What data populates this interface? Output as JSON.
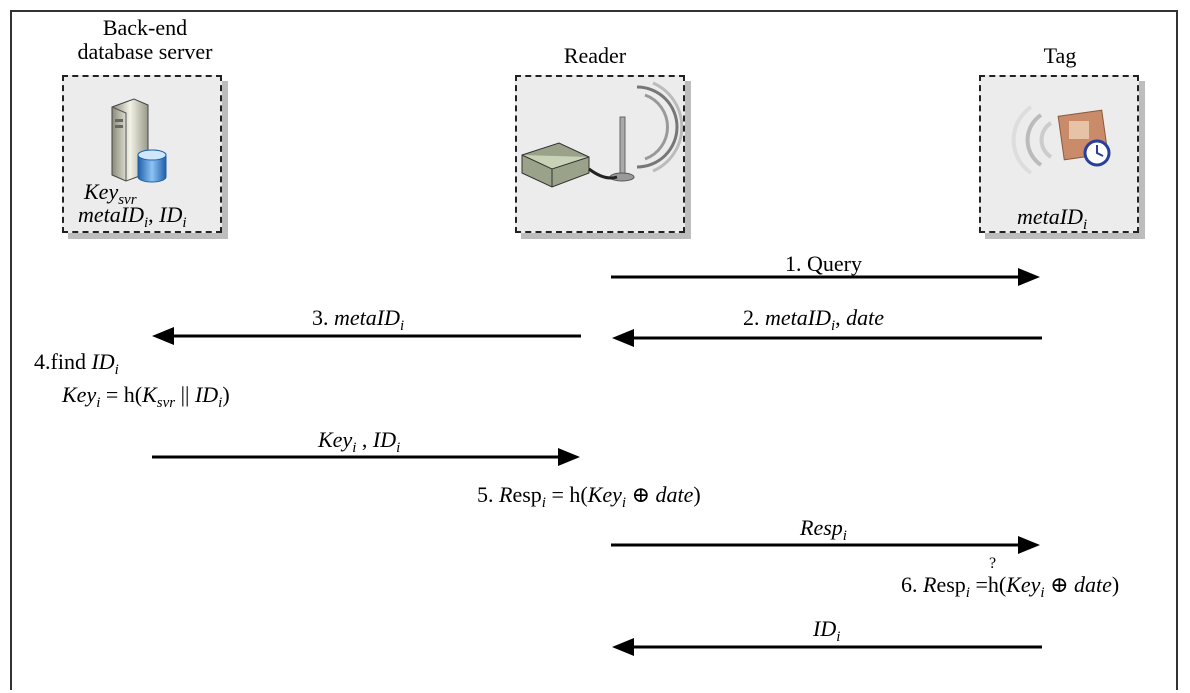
{
  "entities": {
    "server": {
      "title_line1": "Back-end",
      "title_line2": "database server",
      "key": "Key",
      "key_sub": "svr",
      "ids": "metaID",
      "ids_sub": "i",
      "ids_sep": ", ",
      "ids2": "ID",
      "ids2_sub": "i"
    },
    "reader": {
      "title": "Reader"
    },
    "tag": {
      "title": "Tag",
      "id": "metaID",
      "id_sub": "i"
    }
  },
  "messages": {
    "m1": {
      "num": "1.",
      "text": "Query"
    },
    "m2": {
      "num": "2.",
      "a": "metaID",
      "a_sub": "i",
      "sep": ", ",
      "b": "date"
    },
    "m3": {
      "num": "3.",
      "a": "metaID",
      "a_sub": "i"
    },
    "m4": {
      "num": "4.",
      "text": "find ",
      "a": "ID",
      "a_sub": "i",
      "l2_a": "Key",
      "l2_a_sub": "i",
      "l2_eq": " = h(",
      "l2_k": "K",
      "l2_k_sub": "svr",
      "l2_or": " || ",
      "l2_id": "ID",
      "l2_id_sub": "i",
      "l2_close": ")"
    },
    "m_keyid": {
      "a": "Key",
      "a_sub": "i",
      "sep": " , ",
      "b": "ID",
      "b_sub": "i"
    },
    "m5": {
      "num": "5.",
      "r": "R",
      "esp": "esp",
      "esp_sub": "i",
      "eq": " = h(",
      "key": "Key",
      "key_sub": "i",
      "xor": " ⊕ ",
      "date": "date",
      "close": ")"
    },
    "m_resp": {
      "a": "Resp",
      "a_sub": "i"
    },
    "m6": {
      "q": "?",
      "num": "6.",
      "r": "R",
      "esp": "esp",
      "esp_sub": "i",
      "eq": " =h(",
      "key": "Key",
      "key_sub": "i",
      "xor": " ⊕ ",
      "date": "date",
      "close": ")"
    },
    "m_id": {
      "a": "ID",
      "a_sub": "i"
    }
  }
}
